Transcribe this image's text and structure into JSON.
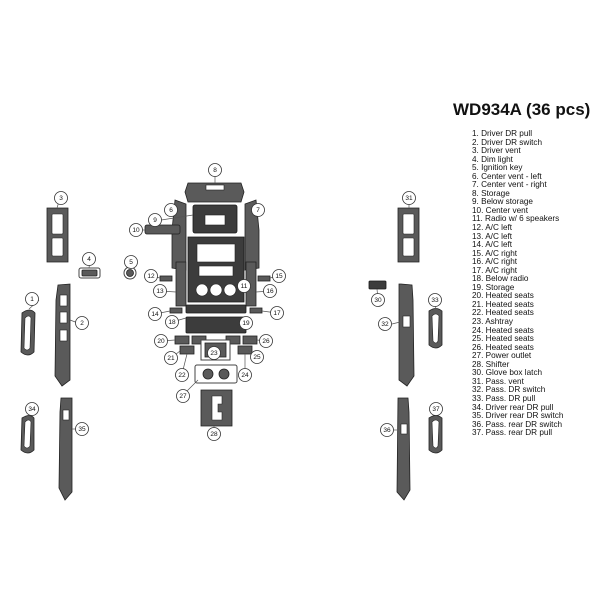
{
  "title": "WD934A (36 pcs)",
  "legend": [
    "1. Driver DR pull",
    "2. Driver DR switch",
    "3. Driver vent",
    "4. Dim light",
    "5. Ignition key",
    "6. Center vent - left",
    "7. Center vent - right",
    "8. Storage",
    "9. Below storage",
    "10. Center vent",
    "11. Radio w/ 6 speakers",
    "12. A/C left",
    "13. A/C left",
    "14. A/C left",
    "15. A/C right",
    "16. A/C right",
    "17. A/C right",
    "18. Below radio",
    "19. Storage",
    "20. Heated seats",
    "21. Heated seats",
    "22. Heated seats",
    "23. Ashtray",
    "24. Heated seats",
    "25. Heated seats",
    "26. Heated seats",
    "27. Power outlet",
    "28. Shifter",
    "30. Glove box latch",
    "31. Pass. vent",
    "32. Pass. DR switch",
    "33. Pass. DR pull",
    "34. Driver rear DR pull",
    "35. Driver rear DR switch",
    "36. Pass. rear DR switch",
    "37. Pass. rear DR pull"
  ],
  "callouts": [
    "1",
    "2",
    "3",
    "4",
    "5",
    "6",
    "7",
    "8",
    "9",
    "10",
    "11",
    "12",
    "13",
    "14",
    "15",
    "16",
    "17",
    "18",
    "19",
    "20",
    "21",
    "22",
    "23",
    "24",
    "25",
    "26",
    "27",
    "28",
    "30",
    "31",
    "32",
    "33",
    "34",
    "35",
    "36",
    "37"
  ]
}
